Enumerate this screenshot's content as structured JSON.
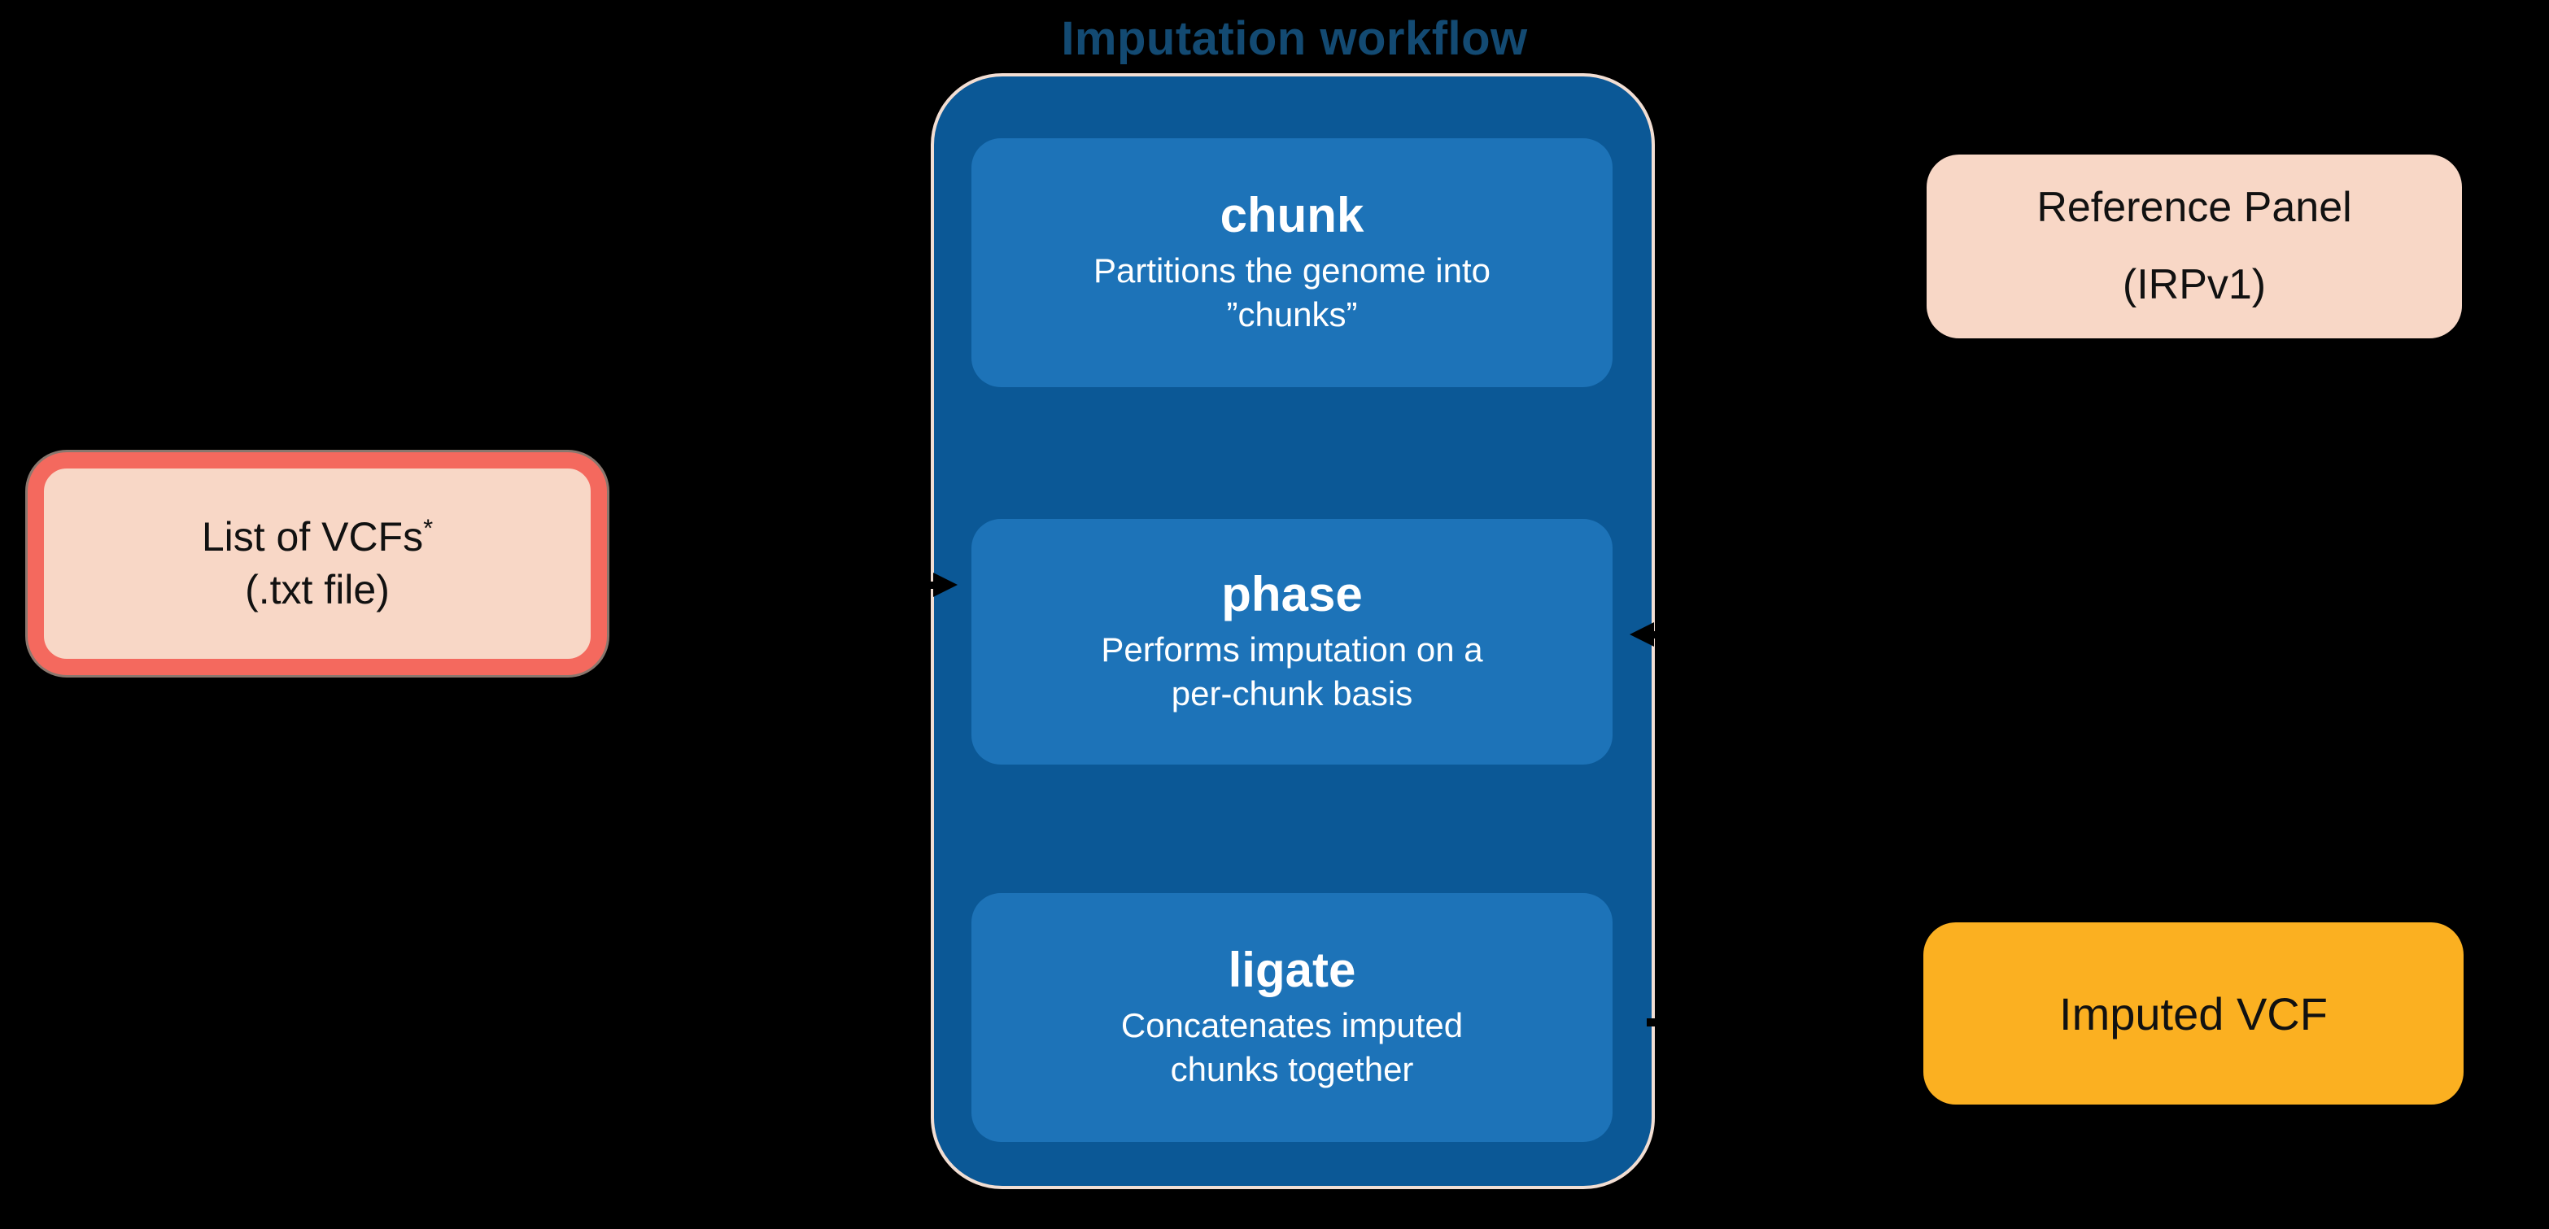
{
  "title": "Imputation workflow",
  "workflow": {
    "steps": [
      {
        "name": "chunk",
        "desc_line1": "Partitions the genome into",
        "desc_line2": "”chunks”"
      },
      {
        "name": "phase",
        "desc_line1": "Performs imputation on a",
        "desc_line2": "per-chunk basis"
      },
      {
        "name": "ligate",
        "desc_line1": "Concatenates imputed",
        "desc_line2": "chunks together"
      }
    ]
  },
  "inputs": {
    "vcf_list": {
      "label": "List of VCFs",
      "superscript": "*",
      "sub_label": "(.txt file)"
    },
    "reference_panel": {
      "label": "Reference Panel",
      "sub_label": "(IRPv1)"
    }
  },
  "outputs": {
    "imputed_vcf": {
      "label": "Imputed VCF"
    }
  },
  "colors": {
    "background": "#000000",
    "workflow_fill": "#0B5896",
    "workflow_border": "#F2DED3",
    "step_fill": "#1D73B8",
    "title_text": "#134A72",
    "step_text": "#FFFFFF",
    "vcf_border": "#F4695E",
    "peach_fill": "#F8D7C6",
    "imputed_fill": "#FBB021",
    "arrow": "#000000"
  }
}
